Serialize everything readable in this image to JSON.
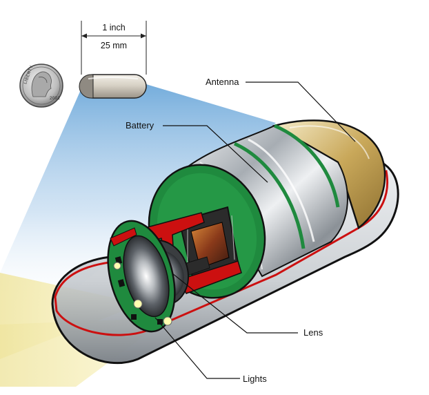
{
  "scale": {
    "imperial": "1 inch",
    "metric": "25 mm"
  },
  "coin": {
    "motto": "LIBERTY",
    "year": "2001"
  },
  "labels": {
    "antenna": "Antenna",
    "battery": "Battery",
    "lens": "Lens",
    "lights": "Lights"
  },
  "colors": {
    "shell_outline": "#cc1010",
    "circuit_board": "#1f8a3e",
    "battery_metal": "#c9cdd1",
    "antenna_cap": "#c9a85a",
    "light_beam": "#f3eeb0",
    "scale_beam": "#6aa5d8"
  }
}
